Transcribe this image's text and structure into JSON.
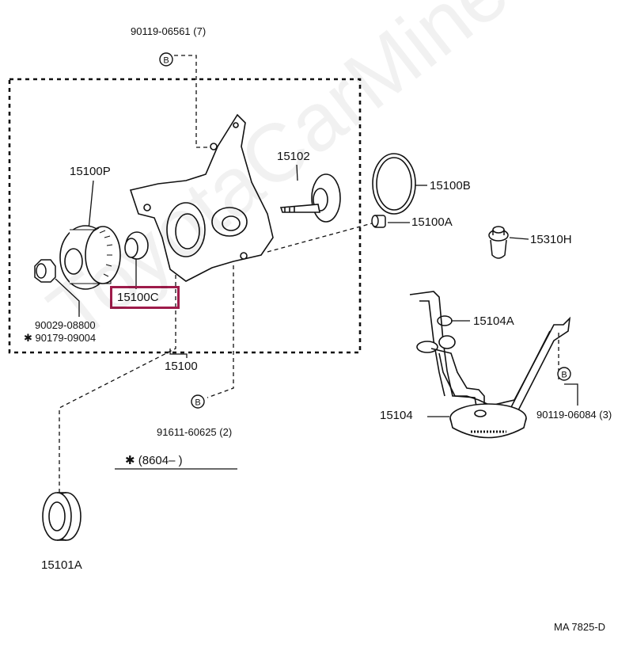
{
  "labels": {
    "bolt_top": "90119-06561 (7)",
    "gear": "15100P",
    "shaft": "15102",
    "oring": "15100B",
    "plug": "15100A",
    "valve": "15310H",
    "seal_small": "15100C",
    "bolt_left_1": "90029-08800",
    "bolt_left_2": "✱ 90179-09004",
    "pump_assy": "15100",
    "gasket": "15104A",
    "strainer": "15104",
    "bolt_right": "90119-06084 (3)",
    "bolt_bottom": "91611-60625 (2)",
    "date_note": "✱ (8604–        )",
    "oil_seal": "15101A",
    "diagram_code": "MA  7825-D",
    "circle_b": "B"
  },
  "watermark": "ToyotaCarMine.ru",
  "highlight": {
    "target": "15100C",
    "color": "#9e1b4a"
  }
}
